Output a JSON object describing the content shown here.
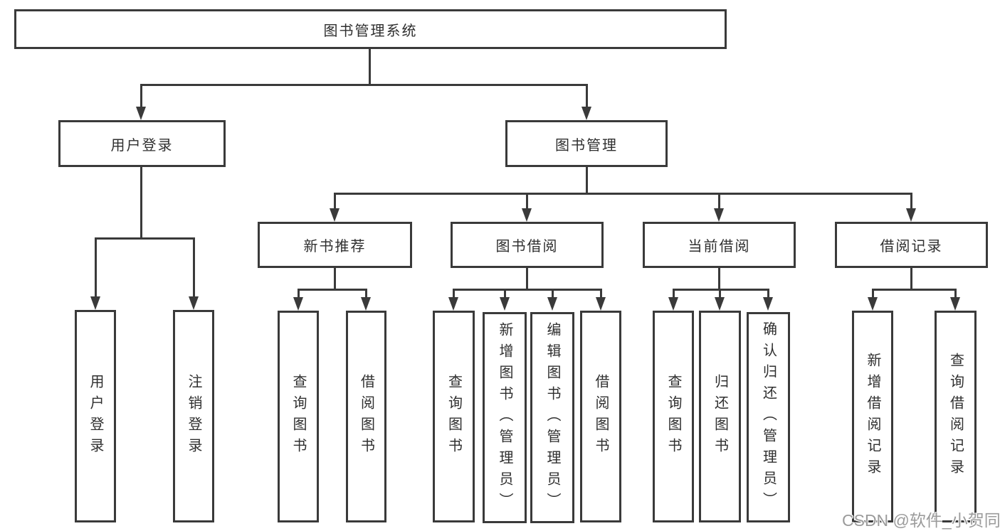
{
  "colors": {
    "line": "#3a3a3a",
    "box_border": "#3a3a3a",
    "text": "#2f2f2f",
    "background": "#ffffff",
    "watermark_text": "#9b9b9b"
  },
  "tree": {
    "root": "图书管理系统",
    "branches": [
      {
        "label": "用户登录",
        "children": [
          "用户登录",
          "注销登录"
        ]
      },
      {
        "label": "图书管理",
        "groups": [
          {
            "label": "新书推荐",
            "children": [
              "查询图书",
              "借阅图书"
            ]
          },
          {
            "label": "图书借阅",
            "children": [
              "查询图书",
              "新增图书（管理员）",
              "编辑图书（管理员）",
              "借阅图书"
            ]
          },
          {
            "label": "当前借阅",
            "children": [
              "查询图书",
              "归还图书",
              "确认归还（管理员）"
            ]
          },
          {
            "label": "借阅记录",
            "children": [
              "新增借阅记录",
              "查询借阅记录"
            ]
          }
        ]
      }
    ]
  },
  "watermark": "CSDN @软件_小贺同学"
}
